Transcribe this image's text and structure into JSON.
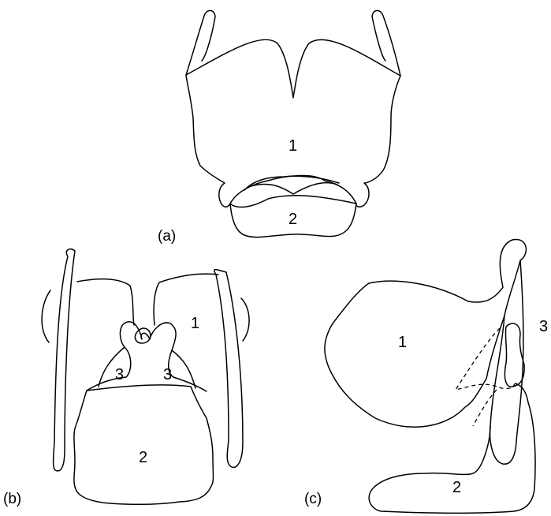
{
  "panels": {
    "a": {
      "panel_label": "(a)",
      "labels": {
        "thyroid": "1",
        "cricoid": "2"
      }
    },
    "b": {
      "panel_label": "(b)",
      "labels": {
        "thyroid": "1",
        "cricoid": "2",
        "arytenoid_left": "3",
        "arytenoid_right": "3"
      }
    },
    "c": {
      "panel_label": "(c)",
      "labels": {
        "thyroid": "1",
        "cricoid": "2",
        "arytenoid": "3"
      }
    }
  }
}
